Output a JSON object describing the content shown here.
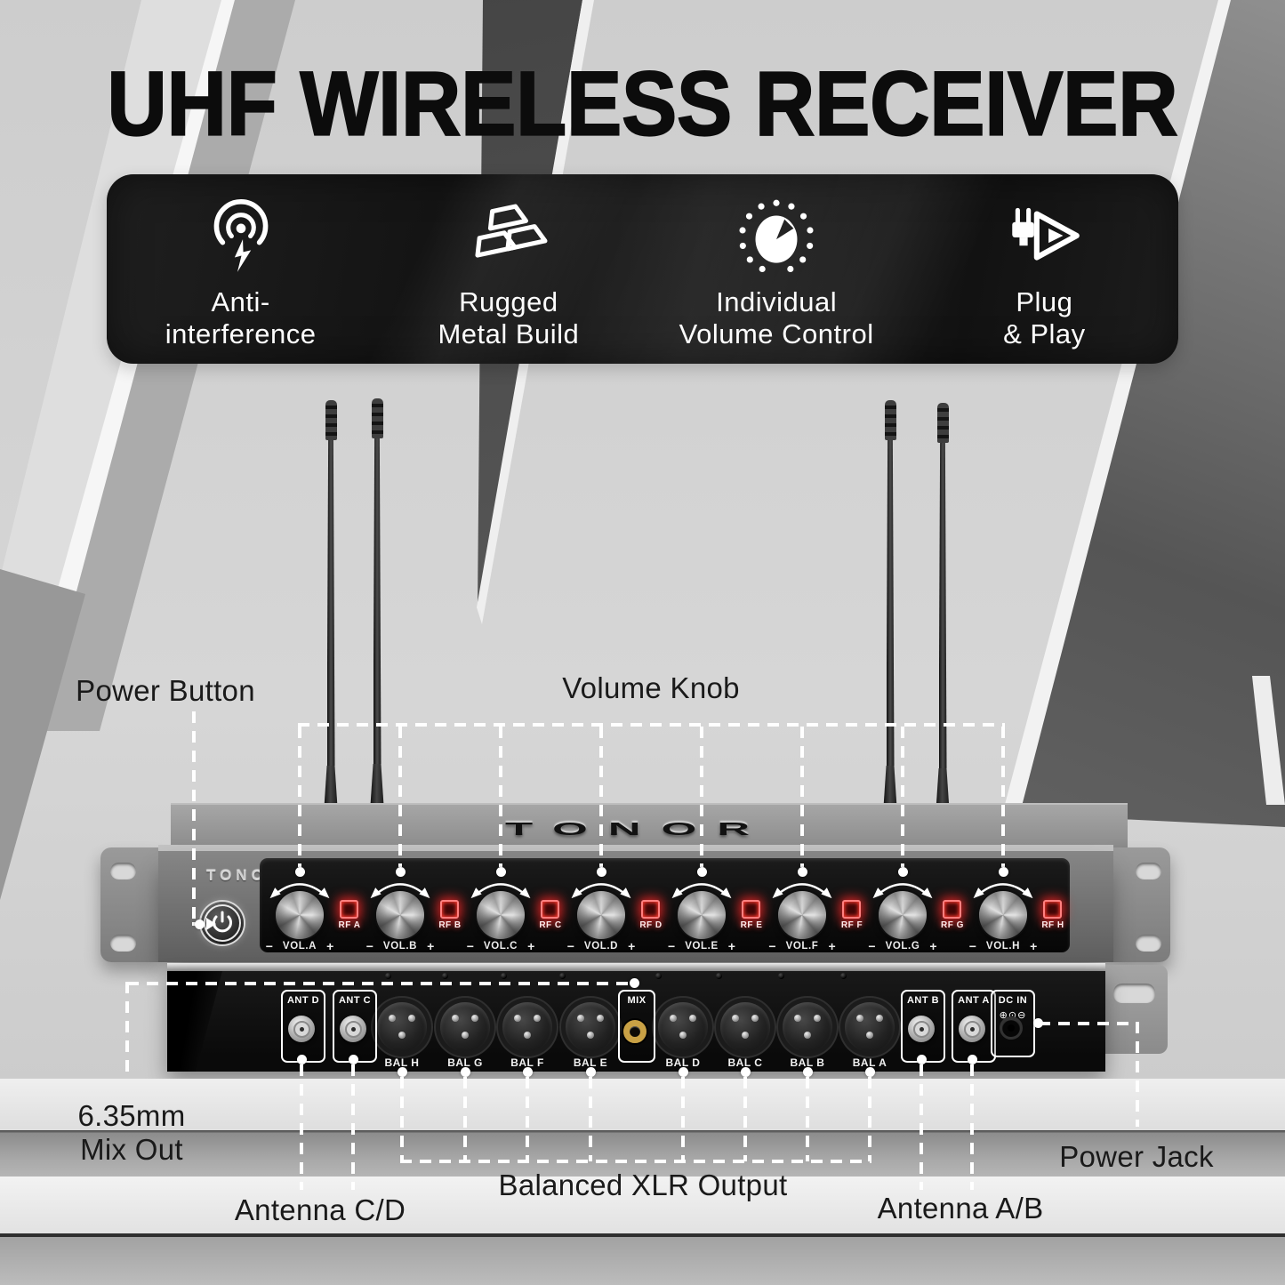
{
  "title": "UHF WIRELESS RECEIVER",
  "features": [
    {
      "icon": "anti-interference-icon",
      "line1": "Anti-",
      "line2": "interference"
    },
    {
      "icon": "metal-ingots-icon",
      "line1": "Rugged",
      "line2": "Metal Build"
    },
    {
      "icon": "volume-dial-icon",
      "line1": "Individual",
      "line2": "Volume Control"
    },
    {
      "icon": "plug-play-icon",
      "line1": "Plug",
      "line2": "& Play"
    }
  ],
  "brand": {
    "front_logo": "TONOR",
    "top_logo": "TONOR"
  },
  "front_panel": {
    "minus": "−",
    "plus": "+",
    "channels": [
      {
        "vol": "VOL.A",
        "rf": "RF A"
      },
      {
        "vol": "VOL.B",
        "rf": "RF B"
      },
      {
        "vol": "VOL.C",
        "rf": "RF C"
      },
      {
        "vol": "VOL.D",
        "rf": "RF D"
      },
      {
        "vol": "VOL.E",
        "rf": "RF E"
      },
      {
        "vol": "VOL.F",
        "rf": "RF F"
      },
      {
        "vol": "VOL.G",
        "rf": "RF G"
      },
      {
        "vol": "VOL.H",
        "rf": "RF H"
      }
    ]
  },
  "rear_panel": {
    "antennas_left": [
      "ANT D",
      "ANT C"
    ],
    "antennas_right": [
      "ANT B",
      "ANT A"
    ],
    "xlr_left": [
      "BAL H",
      "BAL G",
      "BAL F",
      "BAL E"
    ],
    "xlr_right": [
      "BAL D",
      "BAL C",
      "BAL B",
      "BAL A"
    ],
    "mix_label": "MIX",
    "dc_label": "DC IN",
    "dc_polarity": "⊕⊙⊖"
  },
  "callouts": {
    "power_button": "Power Button",
    "volume_knob": "Volume Knob",
    "mix_line1": "6.35mm",
    "mix_line2": "Mix Out",
    "antenna_cd": "Antenna C/D",
    "balanced_xlr": "Balanced XLR Output",
    "antenna_ab": "Antenna A/B",
    "power_jack": "Power Jack"
  },
  "colors": {
    "led_red": "#ff3b30",
    "mix_gold": "#c9a145",
    "callout_white": "#ffffff"
  }
}
